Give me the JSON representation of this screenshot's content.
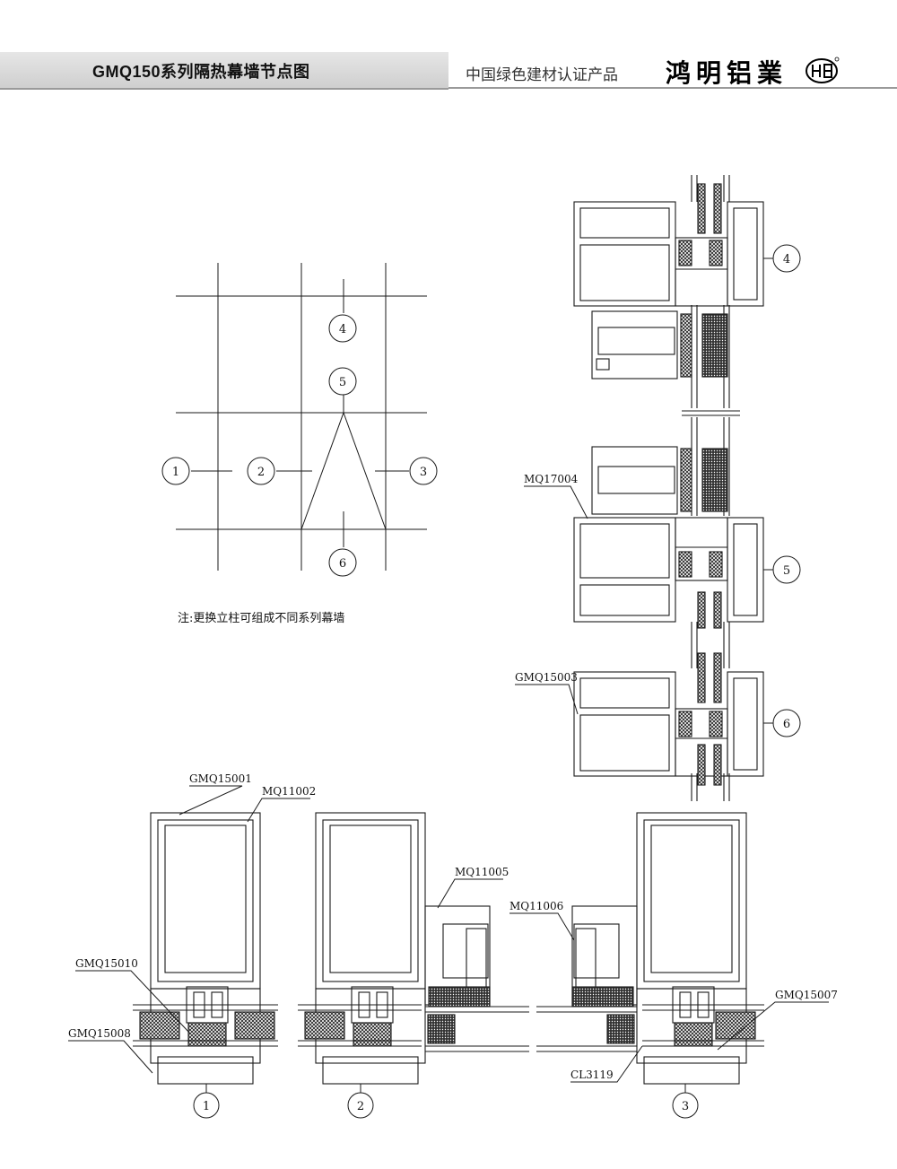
{
  "header": {
    "title": "GMQ150系列隔热幕墙节点图",
    "certification": "中国绿色建材认证产品",
    "brand": "鸿明铝業"
  },
  "index_plan": {
    "node_labels": [
      "1",
      "2",
      "3",
      "4",
      "5",
      "6"
    ],
    "note": "注:更换立柱可组成不同系列幕墙"
  },
  "part_labels": {
    "mq17004": "MQ17004",
    "gmq15003": "GMQ15003",
    "gmq15001": "GMQ15001",
    "mq11002": "MQ11002",
    "mq11005": "MQ11005",
    "mq11006": "MQ11006",
    "gmq15010": "GMQ15010",
    "gmq15008": "GMQ15008",
    "gmq15007": "GMQ15007",
    "cl3119": "CL3119"
  },
  "colors": {
    "line": "#1a1a1a",
    "hatch": "#2a2a2a",
    "band": "#d9d9d9"
  }
}
